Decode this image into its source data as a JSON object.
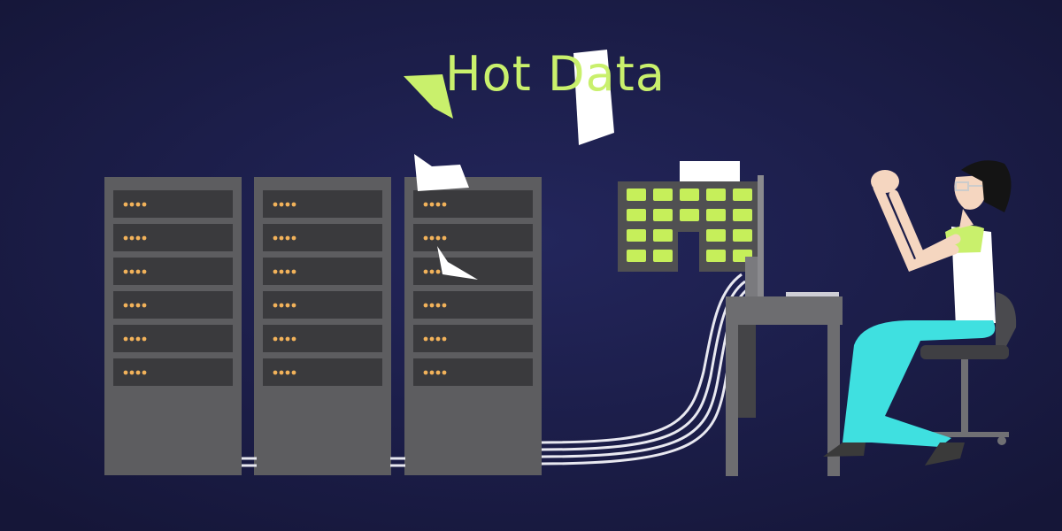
{
  "title": "Hot Data",
  "colors": {
    "background": "#1c1d4e",
    "title": "#c9f06c",
    "rack": "#5d5d60",
    "slot": "#3a3a3d",
    "led": "#f2b25a",
    "screen_cell": "#c6ef5a",
    "pants": "#3fe0e0",
    "sleeve": "#c9f06c"
  },
  "racks": 3,
  "rack_slots": 6,
  "icons": [
    "server-rack",
    "paper-sheet",
    "monitor",
    "desk",
    "person",
    "chair",
    "cables"
  ]
}
